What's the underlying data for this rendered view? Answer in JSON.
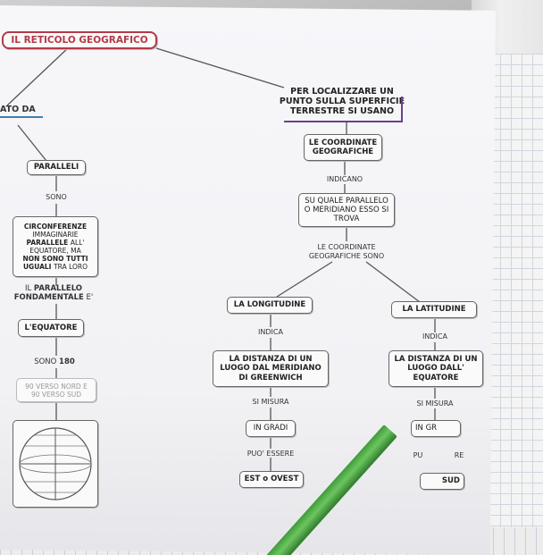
{
  "title": "IL RETICOLO GEOGRAFICO",
  "left_partial_label": "ATO DA",
  "right_header": "PER LOCALIZZARE UN PUNTO SULLA SUPERFICIE TERRESTRE SI USANO",
  "coordinate_box": "LE COORDINATE GEOGRAFICHE",
  "indicano": "INDICANO",
  "which_parallel": "SU QUALE PARALLELO O MERIDIANO ESSO SI TROVA",
  "coords_are": "LE COORDINATE GEOGRAFICHE SONO",
  "longitude": "LA LONGITUDINE",
  "latitude": "LA LATITUDINE",
  "indica_left": "INDICA",
  "indica_right": "INDICA",
  "lon_def": "LA DISTANZA DI UN LUOGO DAL MERIDIANO DI GREENWICH",
  "lat_def": "LA DISTANZA DI UN LUOGO DALL' EQUATORE",
  "si_misura_left": "SI MISURA",
  "si_misura_right": "SI MISURA",
  "in_gradi_left": "IN GRADI",
  "in_gradi_right": "IN GR",
  "puo_essere_left": "PUO' ESSERE",
  "puo_essere_right": "PU",
  "puo_essere_right2": "RE",
  "est_ovest": "EST o OVEST",
  "sud": "SUD",
  "paralleli": "PARALLELI",
  "sono": "SONO",
  "circ_1": "CIRCONFERENZE",
  "circ_2": "IMMAGINARIE",
  "circ_3": "PARALLELE",
  "circ_3b": "ALL'",
  "circ_4": "EQUATORE, MA",
  "circ_5": "NON SONO TUTTI",
  "circ_6": "UGUALI",
  "circ_6b": "TRA LORO",
  "il_parallelo_1": "IL",
  "il_parallelo_2": "PARALLELO",
  "il_parallelo_3": "FONDAMENTALE",
  "il_parallelo_4": "E'",
  "equatore": "L'EQUATORE",
  "sono_180_a": "SONO",
  "sono_180_b": "180",
  "nord_sud": "90 VERSO NORD E 90 VERSO SUD"
}
